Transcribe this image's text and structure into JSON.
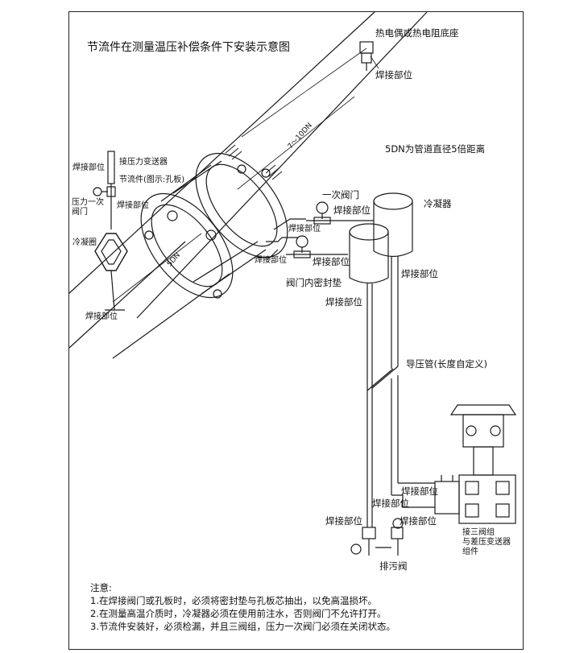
{
  "title": "节流件在测量温压补偿条件下安装示意图",
  "labels": {
    "thermocouple": "热电偶或热电阻底座",
    "weld_top": "焊接部位",
    "dim_7_10dn": "7～10DN",
    "dn5_note": "5DN为管道直径5倍距离",
    "weld_left": "焊接部位",
    "pressure_tx": "接压力变送器",
    "orifice": "节流件(图示:孔板)",
    "pressure_valve_1": "压力一次",
    "pressure_valve_2": "阀门",
    "weld_left2": "焊接部位",
    "cold_loop": "冷凝圈",
    "weld_bottom_left": "焊接部位",
    "dim_5dn": "5DN",
    "primary_valve": "一次阀门",
    "weld_valve1": "焊接部位",
    "condenser": "冷凝器",
    "weld_valve2": "焊接部位",
    "weld_valve3": "焊接部位",
    "inner_gasket": "阀门内密封垫",
    "weld_condenser": "焊接部位",
    "weld_pipe": "焊接部位",
    "impulse_pipe": "导压管(长度自定义)",
    "weld_tx1": "焊接部位",
    "weld_tx2": "焊接部位",
    "weld_tx3": "焊接部位",
    "weld_tx4": "焊接部位",
    "manifold_1": "接三阀组",
    "manifold_2": "与差压变送器",
    "manifold_3": "组件",
    "drain_valve": "排污阀"
  },
  "notes": {
    "heading": "注意:",
    "items": [
      "1.在焊接阀门或孔板时，必须将密封垫与孔板芯抽出，以免高温损坏。",
      "2.在测量高温介质时，冷凝器必须在使用前注水，否则阀门不允许打开。",
      "3.节流件安装好，必须检漏，并且三阀组，压力一次阀门必须在关闭状态。"
    ]
  }
}
